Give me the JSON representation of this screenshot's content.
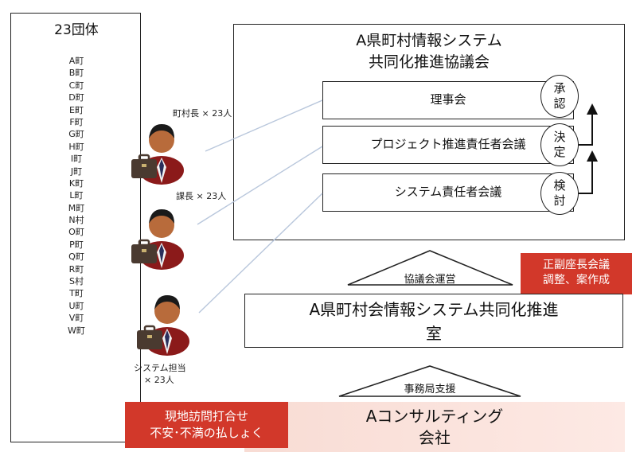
{
  "groups": {
    "title": "23団体",
    "towns": [
      "A町",
      "B町",
      "C町",
      "D町",
      "E町",
      "F町",
      "G町",
      "H町",
      "I町",
      "J町",
      "K町",
      "L町",
      "M町",
      "N村",
      "O町",
      "P町",
      "Q町",
      "R町",
      "S村",
      "T町",
      "U町",
      "V町",
      "W町"
    ]
  },
  "council": {
    "title_line1": "A県町村情報システム",
    "title_line2": "共同化推進協議会",
    "boards": [
      {
        "label": "理事会",
        "circle": [
          "承",
          "認"
        ]
      },
      {
        "label": "プロジェクト推進責任者会議",
        "circle": [
          "決",
          "定"
        ]
      },
      {
        "label": "システム責任者会議",
        "circle": [
          "検",
          "討"
        ]
      }
    ]
  },
  "people": [
    {
      "label": "町村長 × 23人"
    },
    {
      "label": "課長 × 23人"
    },
    {
      "label_line1": "システム担当",
      "label_line2": "× 23人"
    }
  ],
  "council_operation": {
    "label": "協議会運営",
    "note_line1": "正副座長会議",
    "note_line2": "調整、案作成"
  },
  "promotion_office": {
    "line1": "A県町村会情報システム共同化推進",
    "line2": "室"
  },
  "secretariat": {
    "label": "事務局支援"
  },
  "consultant": {
    "line1": "Aコンサルティング",
    "line2": "会社"
  },
  "site_visit": {
    "line1": "現地訪問打合せ",
    "line2": "不安･不満の払しょく"
  },
  "colors": {
    "red_note": "#d2382a",
    "consultant_fill": "#fbe3dc",
    "suit": "#8b1a1a",
    "skin": "#b86b3b"
  }
}
